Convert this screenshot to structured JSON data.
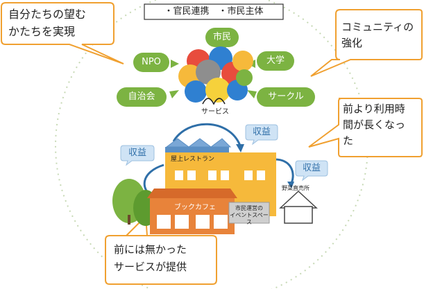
{
  "header": {
    "label": "・官民連携　・市民主体"
  },
  "callouts": {
    "top_left": "自分たちの望む\nかたちを実現",
    "top_right": "コミュニティの\n強化",
    "right_mid": "前より利用時\n間が長くなっ\nた",
    "bottom": "前には無かった\nサービスが提供"
  },
  "actors": {
    "citizens": "市民",
    "npo": "NPO",
    "university": "大学",
    "neighborhood_assoc": "自治会",
    "circle": "サークル"
  },
  "service_label": "サービス",
  "revenue_labels": [
    "収益",
    "収益",
    "収益"
  ],
  "building": {
    "rooftop_restaurant": "屋上レストラン",
    "book_cafe": "ブックカフェ",
    "event_space": "市民運営の\nイベントスペース",
    "agriculture": "野菜直売所"
  },
  "colors": {
    "green": "#7cb342",
    "callout_border": "#f0a030",
    "orange_building": "#e8833a",
    "yellow_building": "#f6b93b",
    "revenue_blue": "#2f6fa8",
    "bubble_fill": "#cfe3f5"
  }
}
